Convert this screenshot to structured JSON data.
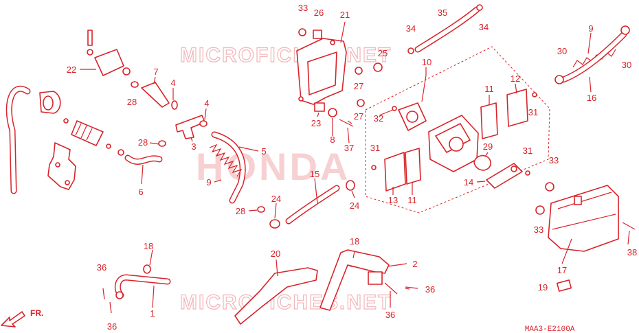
{
  "watermarks": {
    "top": "MICROFICHES.NET",
    "center": "HONDA",
    "bottom": "MICROFICHES.NET"
  },
  "direction_label": "FR.",
  "diagram_code": "MAA3-E2100A",
  "accent_color": "#d8232a",
  "callouts": {
    "c1": "1",
    "c2": "2",
    "c3": "3",
    "c4a": "4",
    "c4b": "4",
    "c5": "5",
    "c6": "6",
    "c7": "7",
    "c8": "8",
    "c9a": "9",
    "c9b": "9",
    "c10": "10",
    "c11a": "11",
    "c11b": "11",
    "c12": "12",
    "c13": "13",
    "c14": "14",
    "c15": "15",
    "c16": "16",
    "c17": "17",
    "c18a": "18",
    "c18b": "18",
    "c19": "19",
    "c20": "20",
    "c21": "21",
    "c22": "22",
    "c23": "23",
    "c24a": "24",
    "c24b": "24",
    "c25": "25",
    "c26": "26",
    "c27a": "27",
    "c27b": "27",
    "c28a": "28",
    "c28b": "28",
    "c28c": "28",
    "c29": "29",
    "c30a": "30",
    "c30b": "30",
    "c31a": "31",
    "c31b": "31",
    "c31c": "31",
    "c32": "32",
    "c33a": "33",
    "c33b": "33",
    "c33c": "33",
    "c34a": "34",
    "c34b": "34",
    "c35": "35",
    "c36a": "36",
    "c36b": "36",
    "c36c": "36",
    "c36d": "36",
    "c37": "37",
    "c38": "38"
  }
}
